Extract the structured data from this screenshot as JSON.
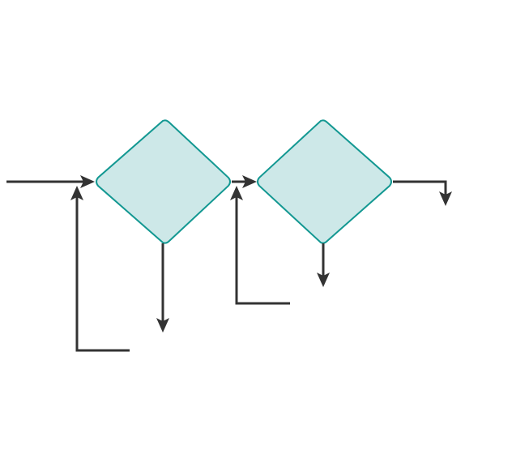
{
  "diagram": {
    "type": "flowchart",
    "colors": {
      "background": "#ffffff",
      "decision_fill": "#cde8e8",
      "decision_stroke": "#139892",
      "connector": "#333333"
    },
    "nodes": [
      {
        "id": "decision-1",
        "shape": "diamond",
        "label": ""
      },
      {
        "id": "decision-2",
        "shape": "diamond",
        "label": ""
      }
    ],
    "edges": [
      {
        "id": "entry",
        "from": "left",
        "to": "decision-1"
      },
      {
        "id": "loop-back-1",
        "from": "below",
        "to": "decision-1-input"
      },
      {
        "id": "decision-1-down",
        "from": "decision-1",
        "to": "below"
      },
      {
        "id": "decision-1-to-decision-2",
        "from": "decision-1",
        "to": "decision-2"
      },
      {
        "id": "loop-back-2",
        "from": "below",
        "to": "decision-2-input"
      },
      {
        "id": "decision-2-down",
        "from": "decision-2",
        "to": "below"
      },
      {
        "id": "decision-2-exit",
        "from": "decision-2",
        "to": "right-down"
      }
    ]
  }
}
